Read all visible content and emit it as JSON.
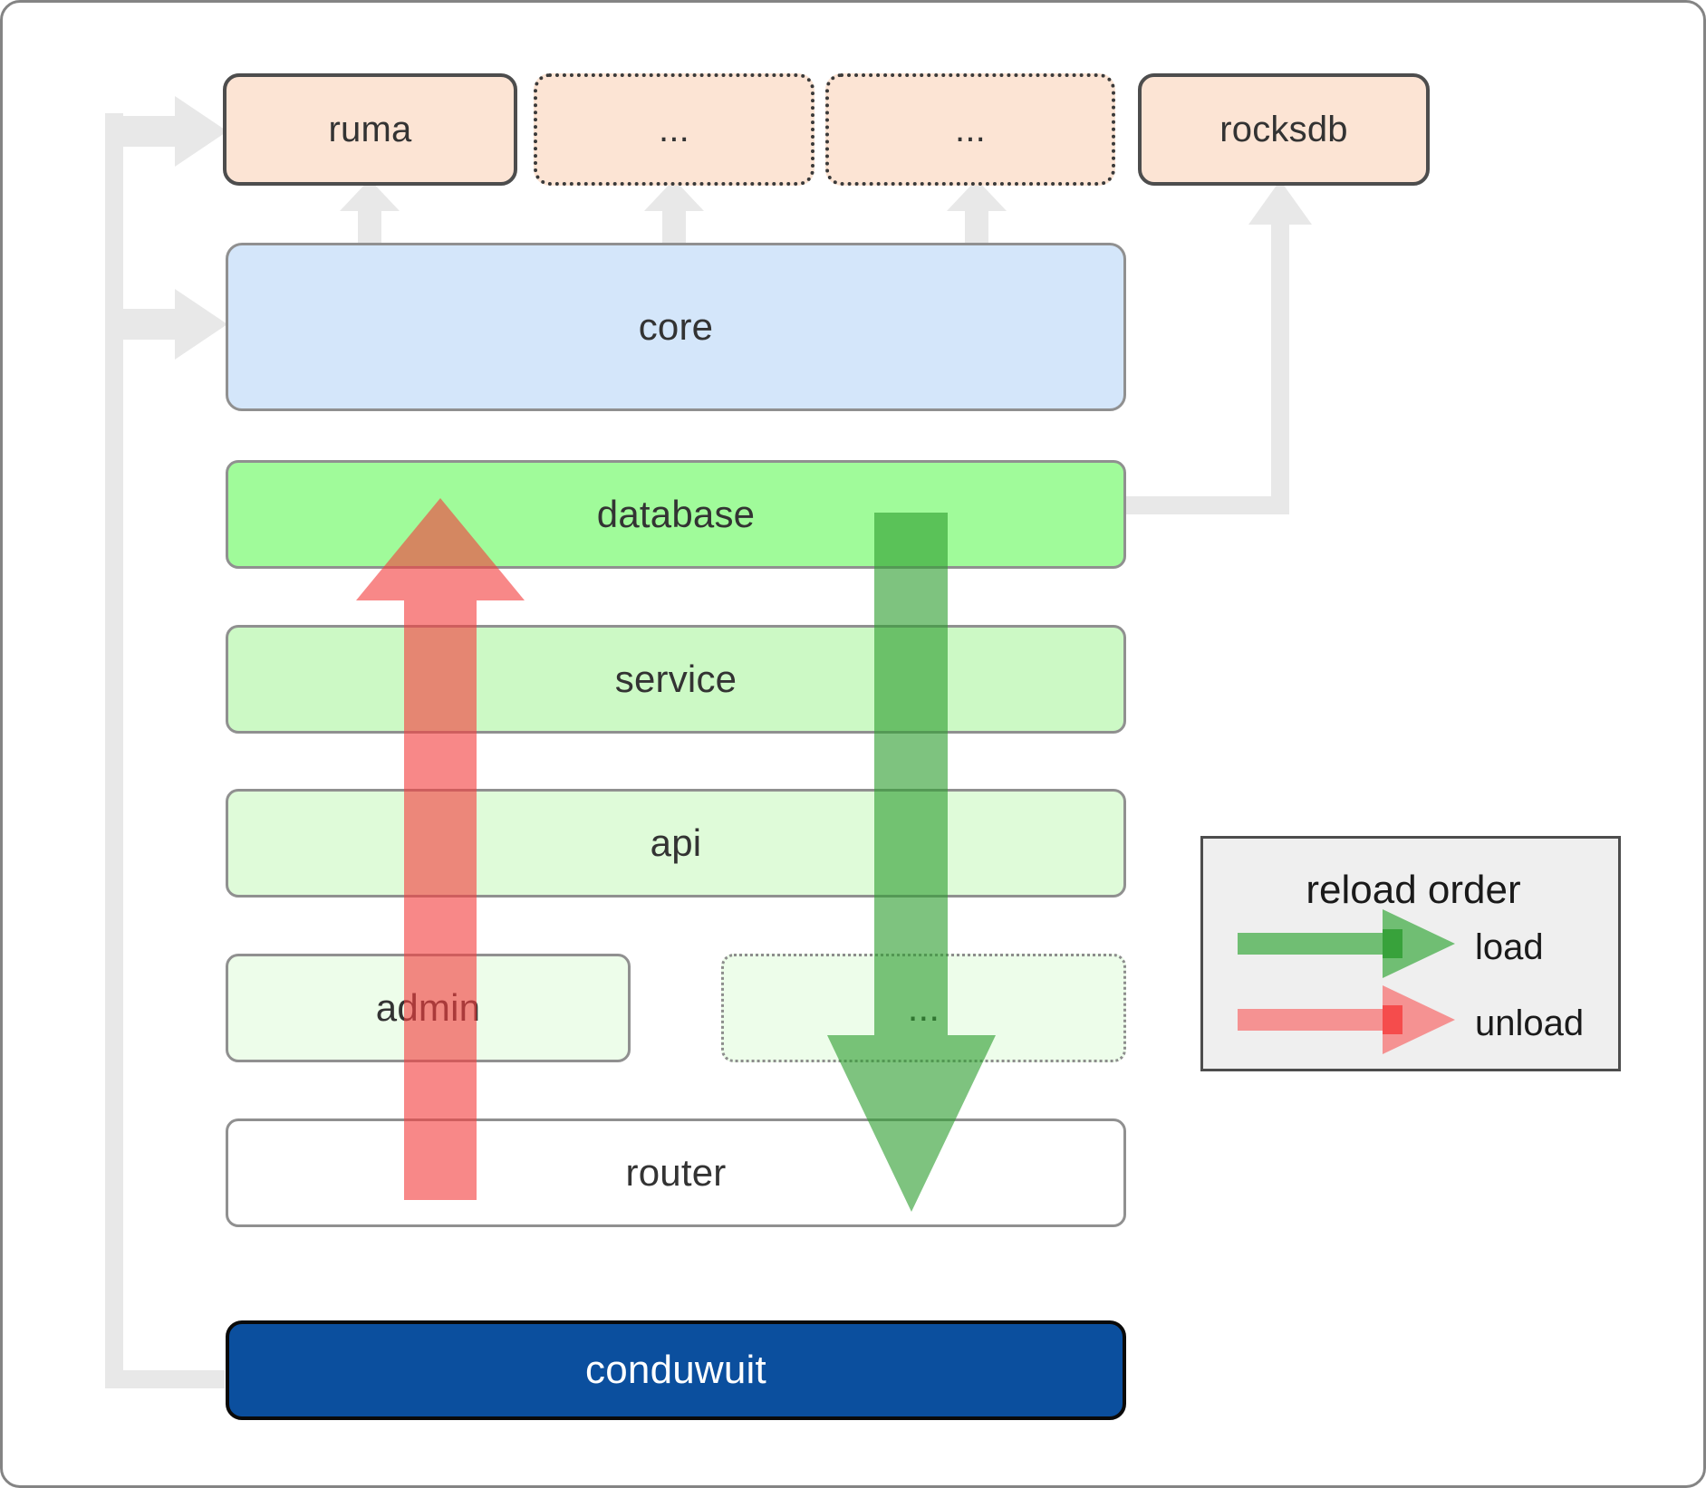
{
  "diagram": {
    "title": "conduwuit crate dependency / reload order diagram",
    "colors": {
      "external_fill": "#fce4d4",
      "external_stroke": "#4d4d4d",
      "core_fill": "#d4e6fa",
      "database_fill": "#a0fb9a",
      "service_fill": "#ccf9c5",
      "api_fill": "#dffbd9",
      "admin_fill": "#edfdea",
      "router_fill": "#ffffff",
      "root_fill": "#0b4f9e",
      "root_text": "#ffffff",
      "load_arrow": "#4caf50",
      "unload_arrow": "#f76d6d",
      "dependency_arrow": "#e8e8e8",
      "legend_fill": "#efefef",
      "node_stroke": "#909090"
    },
    "external_nodes": [
      {
        "id": "ruma",
        "label": "ruma",
        "style": "solid"
      },
      {
        "id": "ext-more-1",
        "label": "...",
        "style": "dotted"
      },
      {
        "id": "ext-more-2",
        "label": "...",
        "style": "dotted"
      },
      {
        "id": "rocksdb",
        "label": "rocksdb",
        "style": "solid"
      }
    ],
    "layers": [
      {
        "id": "core",
        "label": "core"
      },
      {
        "id": "database",
        "label": "database"
      },
      {
        "id": "service",
        "label": "service"
      },
      {
        "id": "api",
        "label": "api"
      },
      {
        "id": "admin",
        "label": "admin"
      },
      {
        "id": "layer-more",
        "label": "..."
      },
      {
        "id": "router",
        "label": "router"
      }
    ],
    "root_node": {
      "id": "conduwuit",
      "label": "conduwuit"
    },
    "legend": {
      "title": "reload order",
      "entries": [
        {
          "id": "load",
          "label": "load",
          "color": "#4caf50",
          "direction": "right"
        },
        {
          "id": "unload",
          "label": "unload",
          "color": "#f76d6d",
          "direction": "right"
        }
      ]
    },
    "flows": [
      {
        "id": "load-flow",
        "label": "load",
        "direction": "down",
        "from": "database",
        "to": "router",
        "color": "#4caf50"
      },
      {
        "id": "unload-flow",
        "label": "unload",
        "direction": "up",
        "from": "router",
        "to": "database",
        "color": "#f76d6d"
      }
    ],
    "dependency_edges": [
      {
        "from": "core",
        "to": "ruma"
      },
      {
        "from": "core",
        "to": "ext-more-1"
      },
      {
        "from": "core",
        "to": "ext-more-2"
      },
      {
        "from": "database",
        "to": "rocksdb"
      },
      {
        "from": "conduwuit",
        "to": "core"
      },
      {
        "from": "conduwuit",
        "to": "ruma"
      }
    ]
  }
}
